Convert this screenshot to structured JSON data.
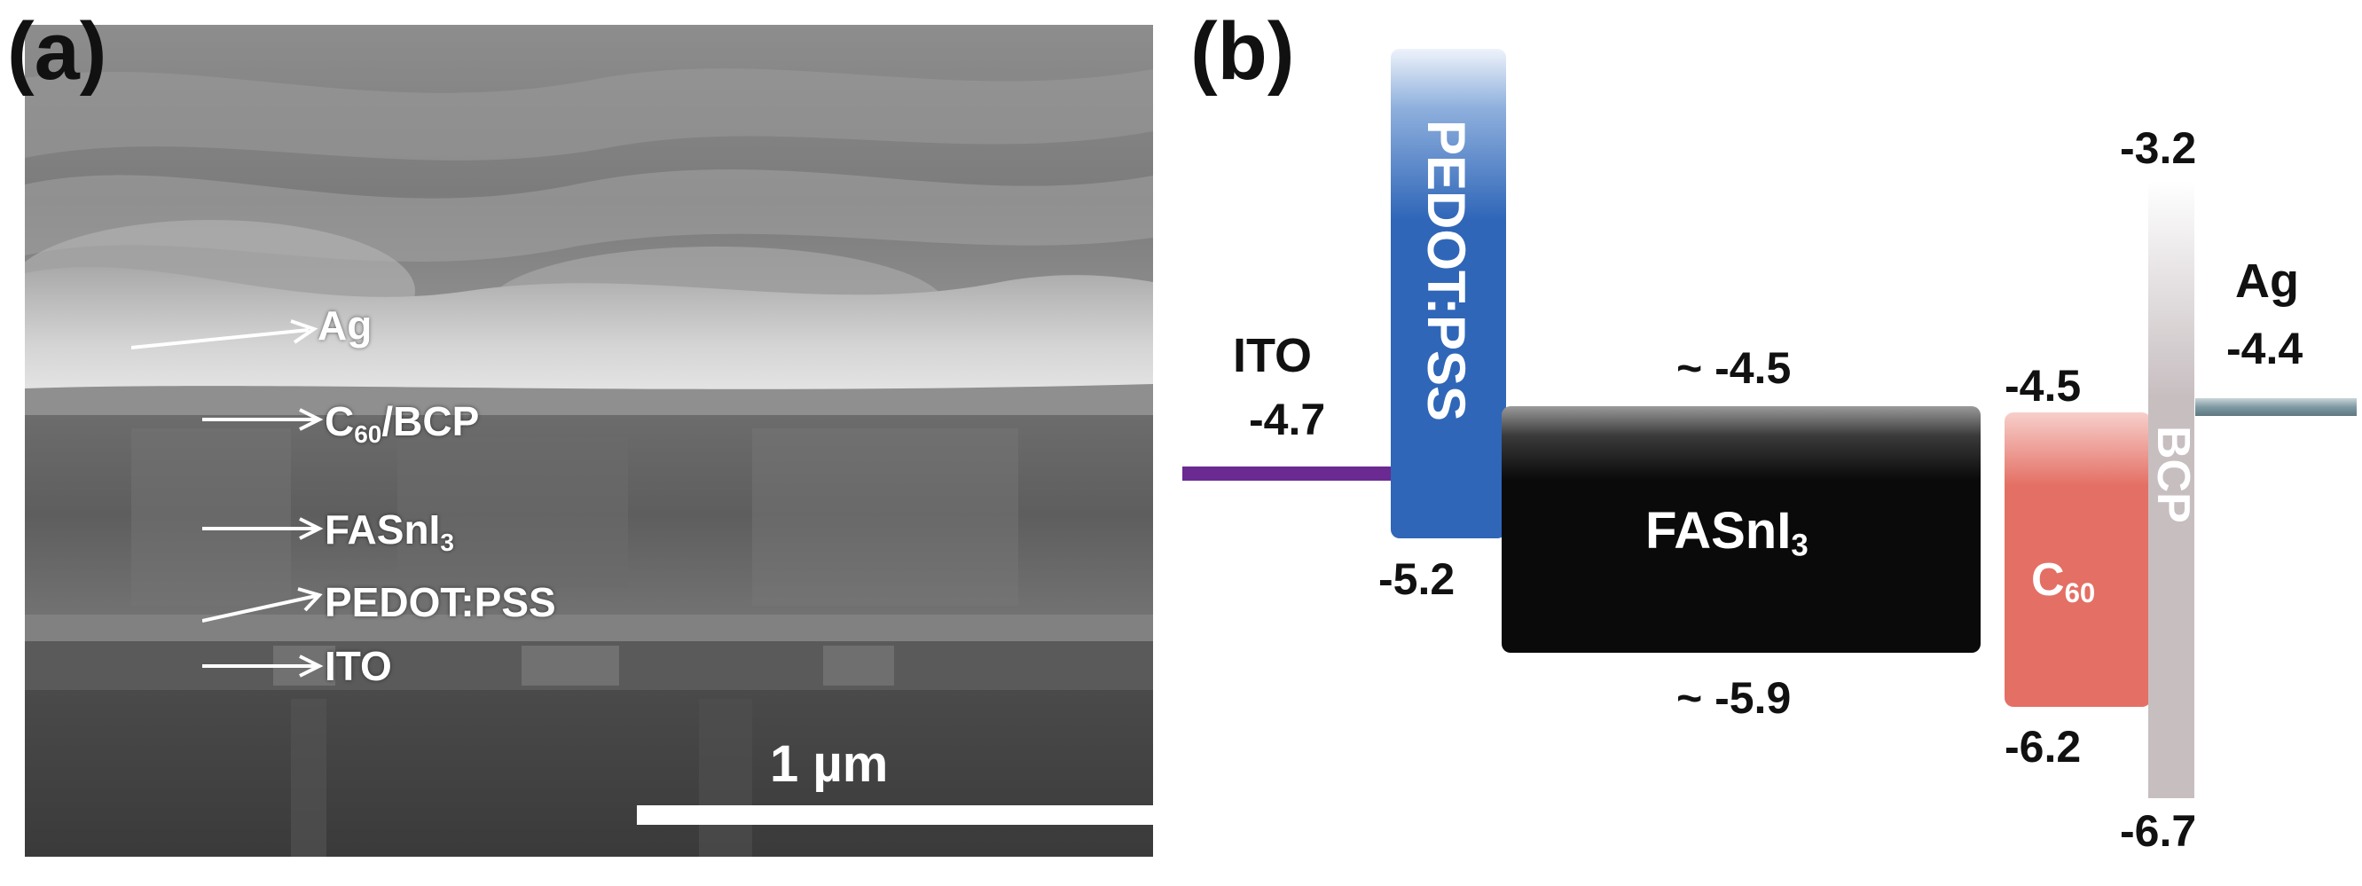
{
  "panel_a": {
    "label": "(a)",
    "layers": [
      {
        "name": "Ag",
        "sub": "",
        "suffix": ""
      },
      {
        "name": "C",
        "sub": "60",
        "suffix": "/BCP"
      },
      {
        "name": "FASnI",
        "sub": "3",
        "suffix": ""
      },
      {
        "name": "PEDOT:PSS",
        "sub": "",
        "suffix": ""
      },
      {
        "name": "ITO",
        "sub": "",
        "suffix": ""
      }
    ],
    "scale_bar": "1 µm"
  },
  "panel_b": {
    "label": "(b)",
    "materials": {
      "ito": "ITO",
      "pedot": "PEDOT:PSS",
      "fasni": {
        "main": "FASnI",
        "sub": "3"
      },
      "c60": {
        "main": "C",
        "sub": "60"
      },
      "bcp": "BCP",
      "ag": "Ag"
    },
    "levels": {
      "ito": "-4.7",
      "pedot_bottom": "-5.2",
      "fasni_top": "~ -4.5",
      "fasni_bottom": "~ -5.9",
      "c60_top": "-4.5",
      "c60_bottom": "-6.2",
      "bcp_top": "-3.2",
      "bcp_bottom": "-6.7",
      "ag": "-4.4"
    },
    "colors": {
      "ito_line": "#6a2a92",
      "pedot": "#2f66b8",
      "fasni": "#0a0a0a",
      "c60": "#e46f64",
      "bcp": "#c7bec0",
      "ag_line": "#7f9aa4"
    }
  }
}
